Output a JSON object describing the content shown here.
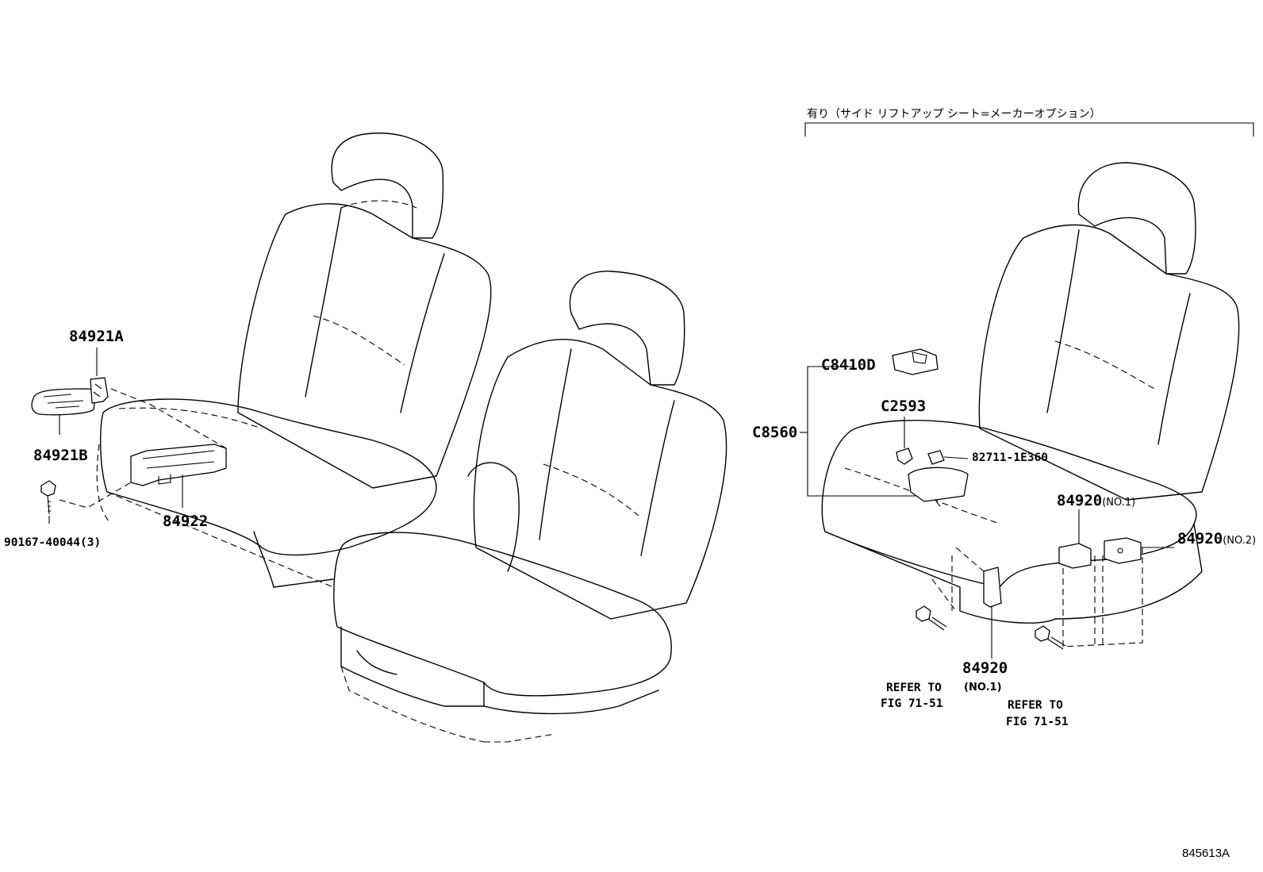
{
  "option_note": "有り（サイド リフトアップ シート=メーカーオプション）",
  "figure_code": "845613A",
  "labels": {
    "l84921a": "84921A",
    "l84921b": "84921B",
    "l84922": "84922",
    "l90167": "90167-40044(3)",
    "l84920_no1_top": "84920",
    "l84920_no1_top_suffix": "(NO.1)",
    "l84920_no2": "84920",
    "l84920_no2_suffix": "(NO.2)",
    "l84920_no1_bottom": "84920",
    "l84920_no1_bottom_suffix": "(NO.1)",
    "lc8410d": "C8410D",
    "lc2593": "C2593",
    "lc8560": "C8560",
    "l82711": "82711-1E360",
    "refer_a_line1": "REFER TO",
    "refer_a_line2": "FIG 71-51",
    "refer_b_line1": "REFER TO",
    "refer_b_line2": "FIG 71-51"
  }
}
